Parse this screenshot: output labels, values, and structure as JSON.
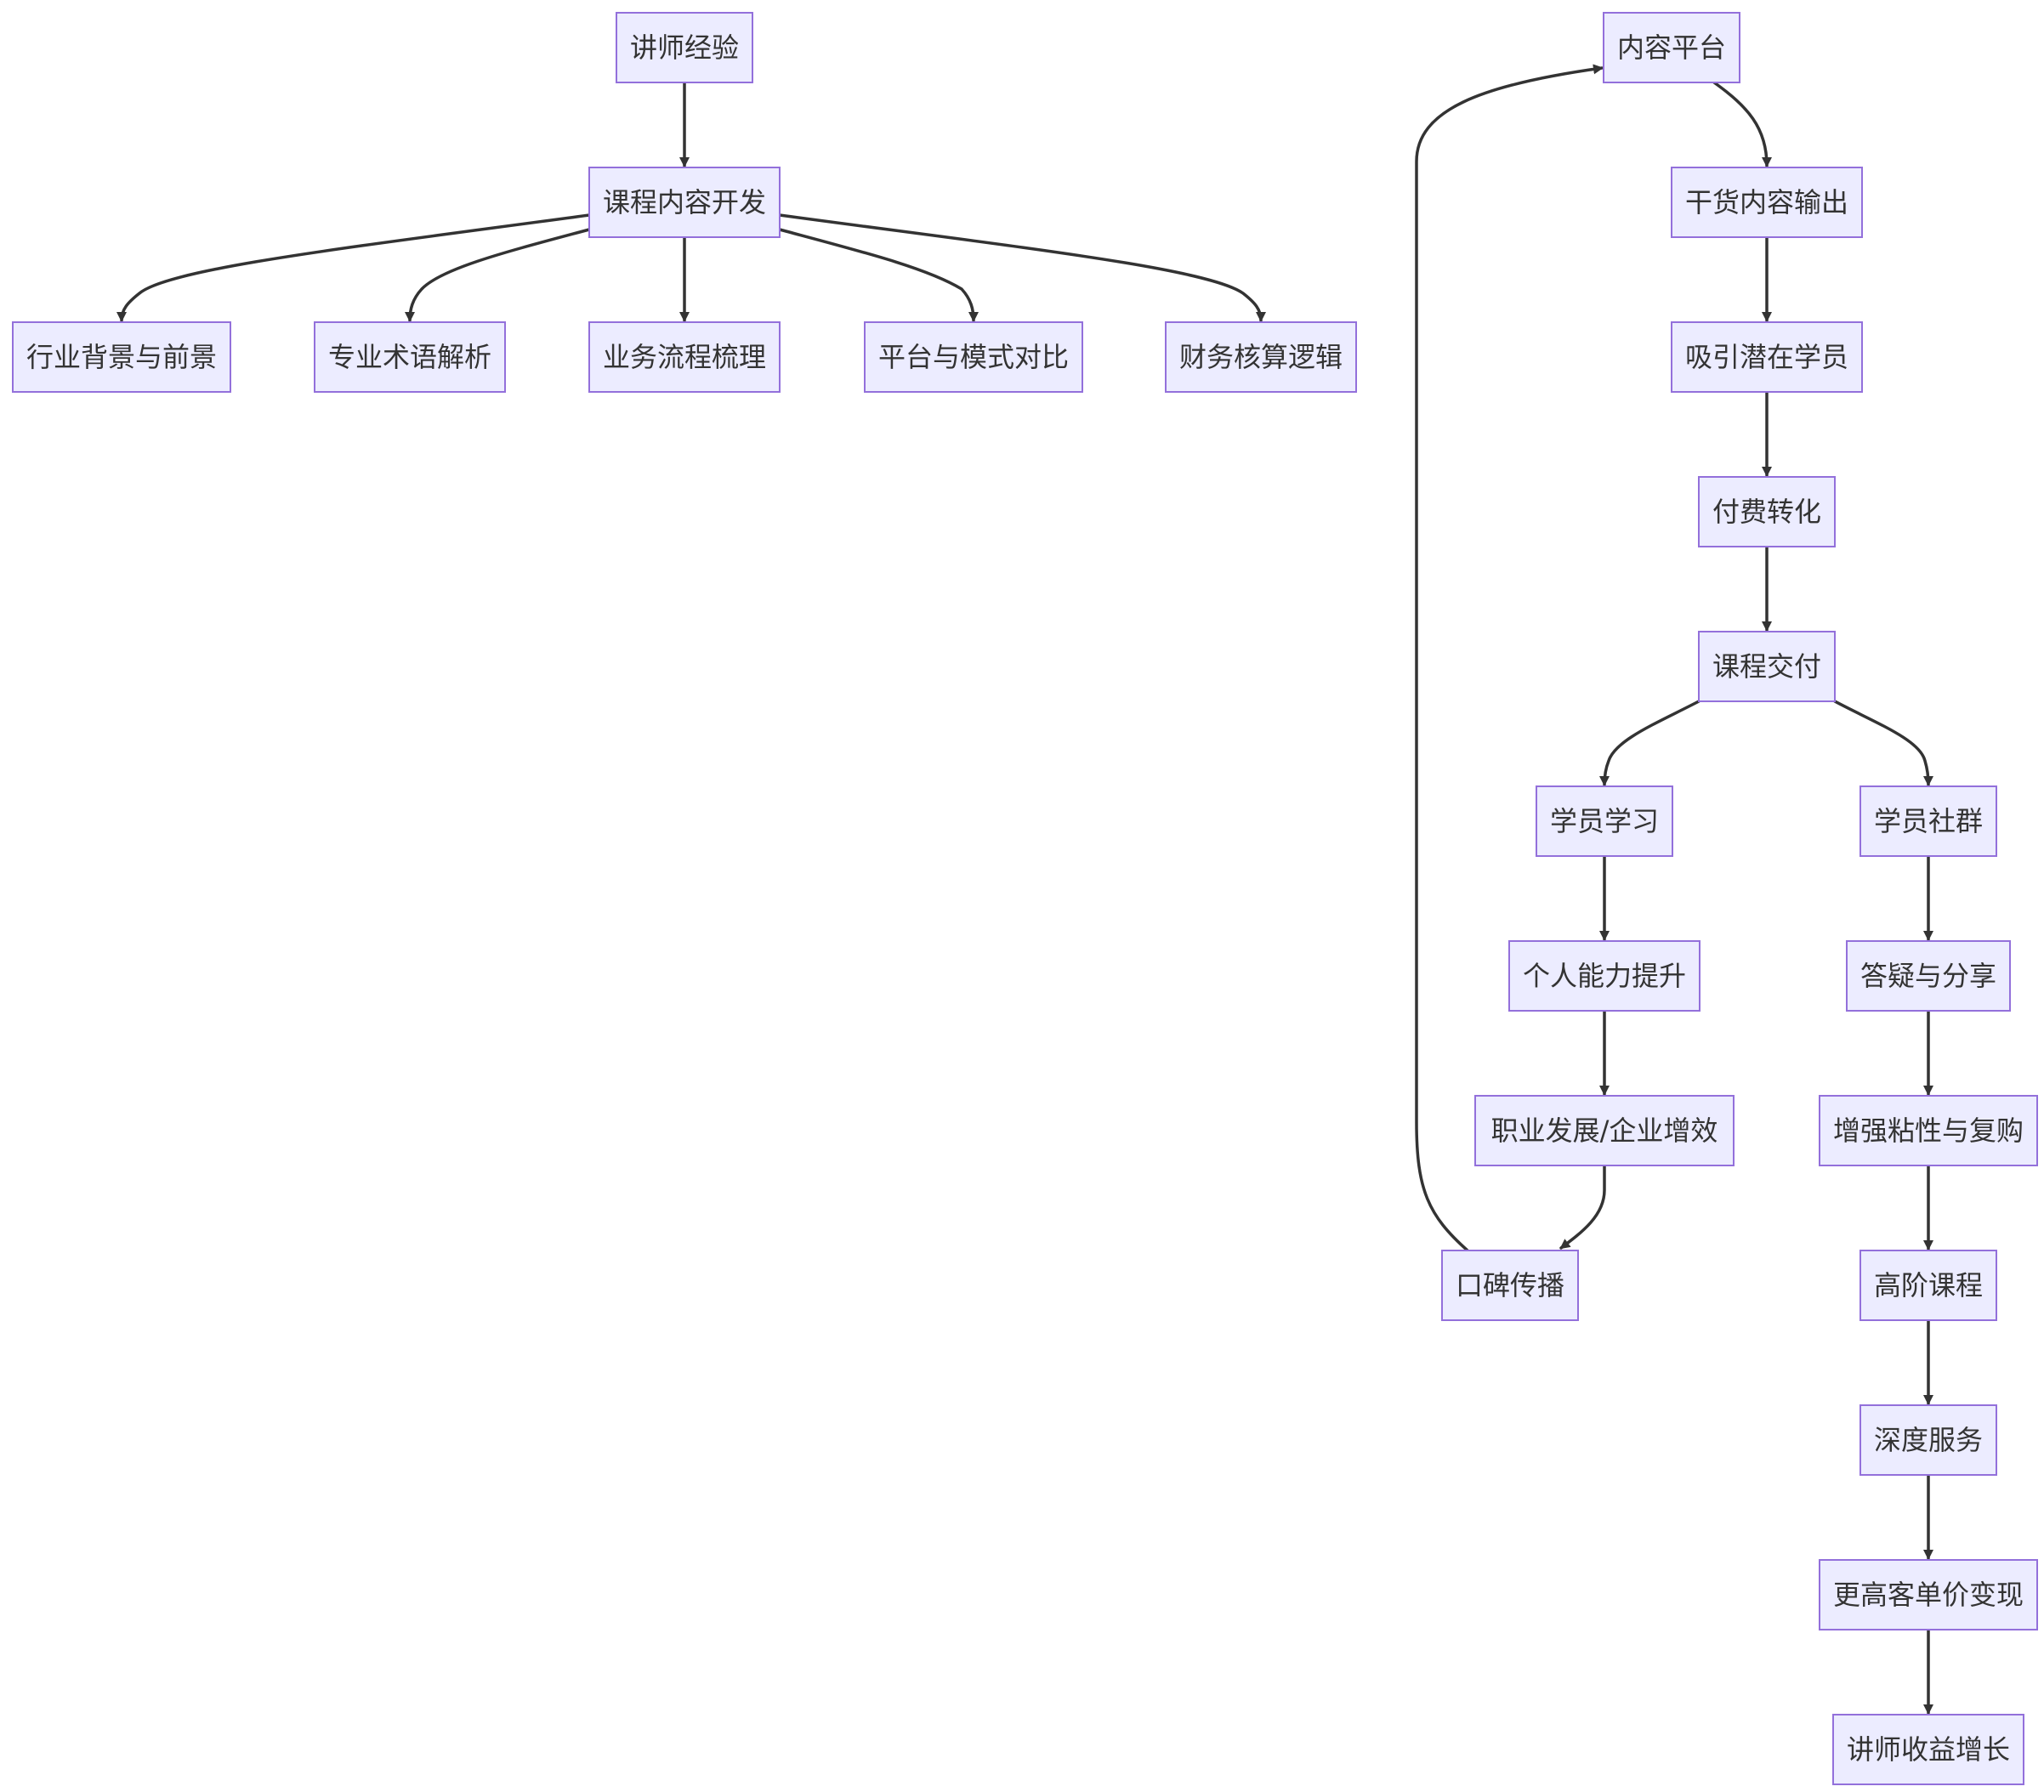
{
  "colors": {
    "node_fill": "#ECECFF",
    "node_stroke": "#9370DB",
    "edge": "#333333",
    "text": "#333333",
    "background": "#FFFFFF"
  },
  "nodes": [
    {
      "id": "A",
      "label": "讲师经验"
    },
    {
      "id": "B",
      "label": "课程内容开发"
    },
    {
      "id": "B1",
      "label": "行业背景与前景"
    },
    {
      "id": "B2",
      "label": "专业术语解析"
    },
    {
      "id": "B3",
      "label": "业务流程梳理"
    },
    {
      "id": "B4",
      "label": "平台与模式对比"
    },
    {
      "id": "B5",
      "label": "财务核算逻辑"
    },
    {
      "id": "C",
      "label": "内容平台"
    },
    {
      "id": "D",
      "label": "干货内容输出"
    },
    {
      "id": "E",
      "label": "吸引潜在学员"
    },
    {
      "id": "F",
      "label": "付费转化"
    },
    {
      "id": "G",
      "label": "课程交付"
    },
    {
      "id": "H",
      "label": "学员学习"
    },
    {
      "id": "I",
      "label": "学员社群"
    },
    {
      "id": "H1",
      "label": "个人能力提升"
    },
    {
      "id": "H2",
      "label": "职业发展/企业增效"
    },
    {
      "id": "H3",
      "label": "口碑传播"
    },
    {
      "id": "I1",
      "label": "答疑与分享"
    },
    {
      "id": "I2",
      "label": "增强粘性与复购"
    },
    {
      "id": "I3",
      "label": "高阶课程"
    },
    {
      "id": "I4",
      "label": "深度服务"
    },
    {
      "id": "I5",
      "label": "更高客单价变现"
    },
    {
      "id": "I6",
      "label": "讲师收益增长"
    }
  ],
  "edges": [
    {
      "from": "A",
      "to": "B"
    },
    {
      "from": "B",
      "to": "B1"
    },
    {
      "from": "B",
      "to": "B2"
    },
    {
      "from": "B",
      "to": "B3"
    },
    {
      "from": "B",
      "to": "B4"
    },
    {
      "from": "B",
      "to": "B5"
    },
    {
      "from": "C",
      "to": "D"
    },
    {
      "from": "D",
      "to": "E"
    },
    {
      "from": "E",
      "to": "F"
    },
    {
      "from": "F",
      "to": "G"
    },
    {
      "from": "G",
      "to": "H"
    },
    {
      "from": "G",
      "to": "I"
    },
    {
      "from": "H",
      "to": "H1"
    },
    {
      "from": "H1",
      "to": "H2"
    },
    {
      "from": "H2",
      "to": "H3"
    },
    {
      "from": "H3",
      "to": "C"
    },
    {
      "from": "I",
      "to": "I1"
    },
    {
      "from": "I1",
      "to": "I2"
    },
    {
      "from": "I2",
      "to": "I3"
    },
    {
      "from": "I3",
      "to": "I4"
    },
    {
      "from": "I4",
      "to": "I5"
    },
    {
      "from": "I5",
      "to": "I6"
    }
  ]
}
